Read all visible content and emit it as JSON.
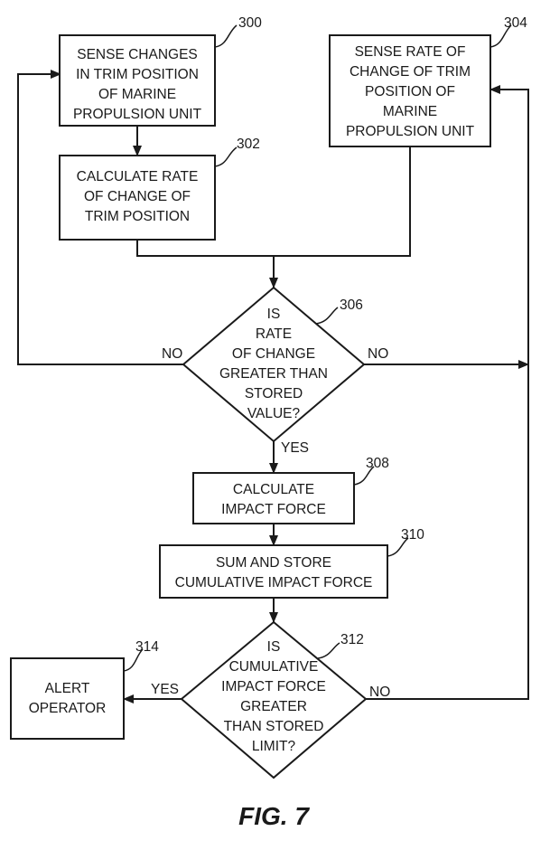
{
  "nodes": {
    "n300": {
      "ref": "300",
      "lines": [
        "SENSE CHANGES",
        "IN TRIM POSITION",
        "OF MARINE",
        "PROPULSION UNIT"
      ]
    },
    "n302": {
      "ref": "302",
      "lines": [
        "CALCULATE RATE",
        "OF CHANGE OF",
        "TRIM POSITION"
      ]
    },
    "n304": {
      "ref": "304",
      "lines": [
        "SENSE RATE OF",
        "CHANGE OF TRIM",
        "POSITION OF",
        "MARINE",
        "PROPULSION UNIT"
      ]
    },
    "n306": {
      "ref": "306",
      "lines": [
        "IS",
        "RATE",
        "OF CHANGE",
        "GREATER THAN",
        "STORED",
        "VALUE?"
      ]
    },
    "n308": {
      "ref": "308",
      "lines": [
        "CALCULATE",
        "IMPACT FORCE"
      ]
    },
    "n310": {
      "ref": "310",
      "lines": [
        "SUM AND STORE",
        "CUMULATIVE IMPACT FORCE"
      ]
    },
    "n312": {
      "ref": "312",
      "lines": [
        "IS",
        "CUMULATIVE",
        "IMPACT FORCE",
        "GREATER",
        "THAN STORED",
        "LIMIT?"
      ]
    },
    "n314": {
      "ref": "314",
      "lines": [
        "ALERT",
        "OPERATOR"
      ]
    }
  },
  "edge_labels": {
    "d306_left": "NO",
    "d306_right": "NO",
    "d306_bottom": "YES",
    "d312_left": "YES",
    "d312_right": "NO"
  },
  "caption": "FIG. 7"
}
